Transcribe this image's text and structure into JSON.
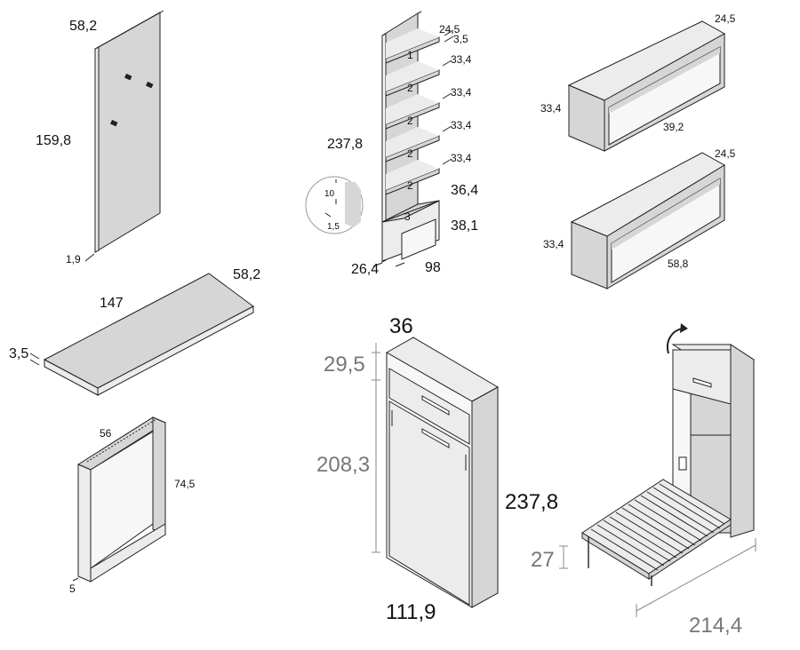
{
  "colors": {
    "panel_fill": "#d6d6d6",
    "panel_light": "#ececec",
    "stroke": "#222222",
    "grey_label": "#777777"
  },
  "panel": {
    "width": "58,2",
    "height": "159,8",
    "thickness": "1,9"
  },
  "shelf_unit": {
    "depth_top": "24,5",
    "shelf_gap": "3,5",
    "shelf_spacings": [
      "33,4",
      "33,4",
      "33,4",
      "33,4"
    ],
    "last_spacing": "36,4",
    "bottom_module": "38,1",
    "height": "237,8",
    "base_depth": "26,4",
    "width": "98",
    "shelf_numbers": [
      "1",
      "2",
      "2",
      "2",
      "2",
      "3"
    ],
    "detail_top": "10",
    "detail_bottom": "1,5"
  },
  "box_small": {
    "depth": "24,5",
    "height": "33,4",
    "width": "39,2"
  },
  "box_large": {
    "depth": "24,5",
    "height": "33,4",
    "width": "58,8"
  },
  "desk_top": {
    "length": "147",
    "depth": "58,2",
    "thickness": "3,5"
  },
  "desk_leg": {
    "depth": "56",
    "height": "74,5",
    "thickness": "5"
  },
  "bed_closed": {
    "depth": "36",
    "top_section": "29,5",
    "door_section": "208,3",
    "height": "237,8",
    "width": "111,9"
  },
  "bed_open": {
    "leg_height": "27",
    "length": "214,4"
  }
}
